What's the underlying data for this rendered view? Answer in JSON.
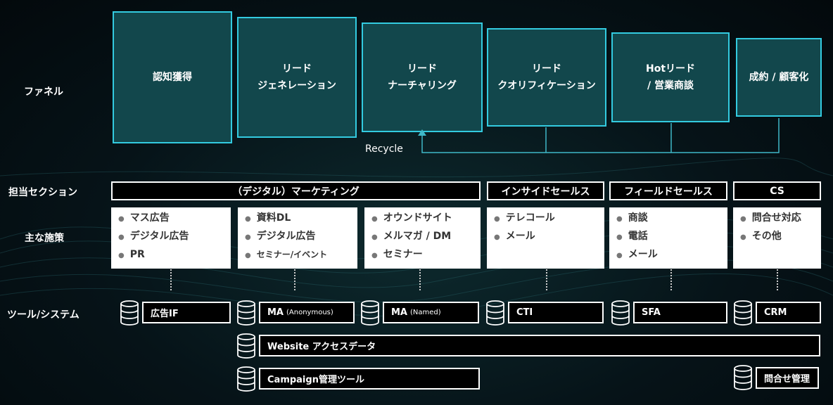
{
  "row_labels": {
    "funnel": "ファネル",
    "section": "担当セクション",
    "measures": "主な施策",
    "tools": "ツール/システム"
  },
  "funnel_stages": [
    {
      "label": "認知獲得"
    },
    {
      "label": "リード\nジェネレーション"
    },
    {
      "label": "リード\nナーチャリング"
    },
    {
      "label": "リード\nクオリフィケーション"
    },
    {
      "label": "Hotリード\n/ 営業商談"
    },
    {
      "label": "成約 / 顧客化"
    }
  ],
  "recycle_label": "Recycle",
  "sections": [
    {
      "label": "（デジタル）マーケティング"
    },
    {
      "label": "インサイドセールス"
    },
    {
      "label": "フィールドセールス"
    },
    {
      "label": "CS"
    }
  ],
  "measures": [
    {
      "items": [
        "マス広告",
        "デジタル広告",
        "PR"
      ]
    },
    {
      "items": [
        "資料DL",
        "デジタル広告",
        "セミナー/イベント"
      ]
    },
    {
      "items": [
        "オウンドサイト",
        "メルマガ / DM",
        "セミナー"
      ]
    },
    {
      "items": [
        "テレコール",
        "メール"
      ]
    },
    {
      "items": [
        "商談",
        "電話",
        "メール"
      ]
    },
    {
      "items": [
        "問合せ対応",
        "その他"
      ]
    }
  ],
  "tools": {
    "ad_if": "広告IF",
    "ma_anon": "MA",
    "ma_anon_sub": "(Anonymous)",
    "ma_named": "MA",
    "ma_named_sub": "(Named)",
    "cti": "CTI",
    "sfa": "SFA",
    "crm": "CRM",
    "website": "Website アクセスデータ",
    "campaign": "Campaign管理ツール",
    "inquiry": "問合せ管理"
  },
  "colors": {
    "funnel_fill": "#12474c",
    "funnel_border": "#33cbe0",
    "recycle_line": "#3fb8c8"
  },
  "icons": {
    "database": "database-icon",
    "recycle_arrow": "arrow-up-icon"
  }
}
